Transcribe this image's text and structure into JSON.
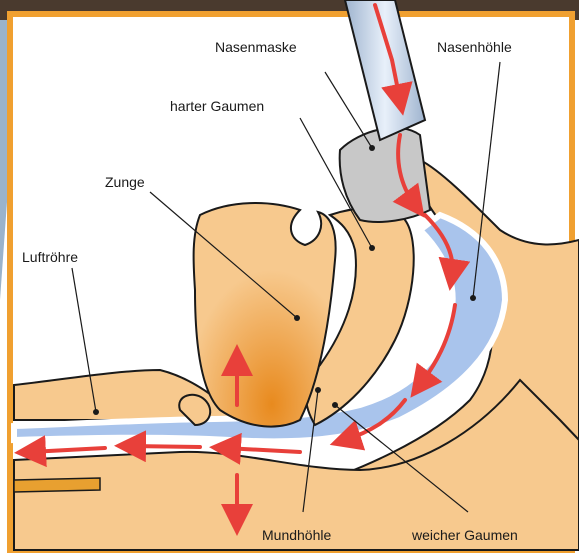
{
  "labels": {
    "nasenmaske": "Nasenmaske",
    "nasenhoehle": "Nasenhöhle",
    "harter_gaumen": "harter Gaumen",
    "zunge": "Zunge",
    "luftroehre": "Luftröhre",
    "mundhoehle": "Mundhöhle",
    "weicher_gaumen": "weicher Gaumen"
  },
  "colors": {
    "frame": "#f0a030",
    "tissue": "#f7c98e",
    "tissue_outline": "#1a1a1a",
    "airway": "#a9c4ec",
    "arrow": "#e8403a",
    "mask": "#c8c8c8"
  }
}
